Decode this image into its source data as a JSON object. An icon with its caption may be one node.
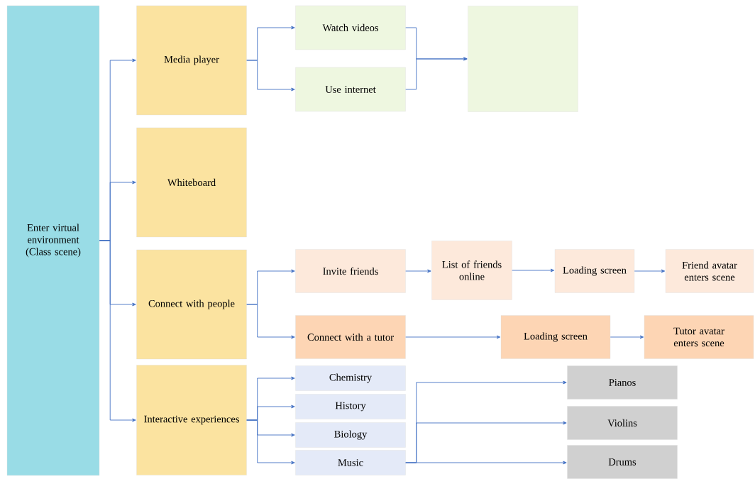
{
  "diagram": {
    "nodes": [
      {
        "text": [
          "Enter virtual environment (Class scene)"
        ]
      },
      {
        "text": [
          "Media player"
        ]
      },
      {
        "text": [
          "Whiteboard"
        ]
      },
      {
        "text": [
          "Connect with people"
        ]
      },
      {
        "text": [
          "Interactive experiences"
        ]
      },
      {
        "text": [
          "Watch videos"
        ]
      },
      {
        "text": [
          "Use internet"
        ]
      },
      {
        "text": [],
        "shape": "box"
      },
      {
        "text": [
          "Invite friends"
        ]
      },
      {
        "text": [
          "List of friends online"
        ]
      },
      {
        "text": [
          "Loading screen"
        ]
      },
      {
        "text": [
          "Friend avatar enters scene"
        ]
      },
      {
        "text": [
          "Connect with a tutor"
        ]
      },
      {
        "text": [
          "Loading screen"
        ]
      },
      {
        "text": [
          "Tutor avatar enters scene"
        ]
      },
      {
        "text": [
          "Chemistry"
        ]
      },
      {
        "text": [
          "History"
        ]
      },
      {
        "text": [
          "Biology"
        ]
      },
      {
        "text": [
          "Music"
        ]
      },
      {
        "text": [
          "Pianos"
        ]
      },
      {
        "text": [
          "Violins"
        ]
      },
      {
        "text": [
          "Drums"
        ]
      }
    ],
    "edges": [
      {
        "from": 0,
        "to": 1,
        "arrow": "to"
      },
      {
        "from": 0,
        "to": 2,
        "arrow": "to"
      },
      {
        "from": 0,
        "to": 3,
        "arrow": "to"
      },
      {
        "from": 0,
        "to": 4,
        "arrow": "to"
      },
      {
        "from": 1,
        "to": 5,
        "arrow": "to"
      },
      {
        "from": 1,
        "to": 6,
        "arrow": "to"
      },
      {
        "from": 5,
        "to": 7,
        "arrow": "to"
      },
      {
        "from": 6,
        "to": 7,
        "arrow": "to"
      },
      {
        "from": 3,
        "to": 8,
        "arrow": "to"
      },
      {
        "from": 3,
        "to": 12,
        "arrow": "to"
      },
      {
        "from": 8,
        "to": 9,
        "arrow": "to"
      },
      {
        "from": 9,
        "to": 10,
        "arrow": "to"
      },
      {
        "from": 10,
        "to": 11,
        "arrow": "to"
      },
      {
        "from": 12,
        "to": 13,
        "arrow": "to"
      },
      {
        "from": 13,
        "to": 14,
        "arrow": "to"
      },
      {
        "from": 4,
        "to": 15,
        "arrow": "to"
      },
      {
        "from": 4,
        "to": 16,
        "arrow": "to"
      },
      {
        "from": 4,
        "to": 17,
        "arrow": "to"
      },
      {
        "from": 4,
        "to": 18,
        "arrow": "to"
      },
      {
        "from": 18,
        "to": 19,
        "arrow": "to"
      },
      {
        "from": 18,
        "to": 20,
        "arrow": "to"
      },
      {
        "from": 18,
        "to": 21,
        "arrow": "to"
      }
    ]
  }
}
